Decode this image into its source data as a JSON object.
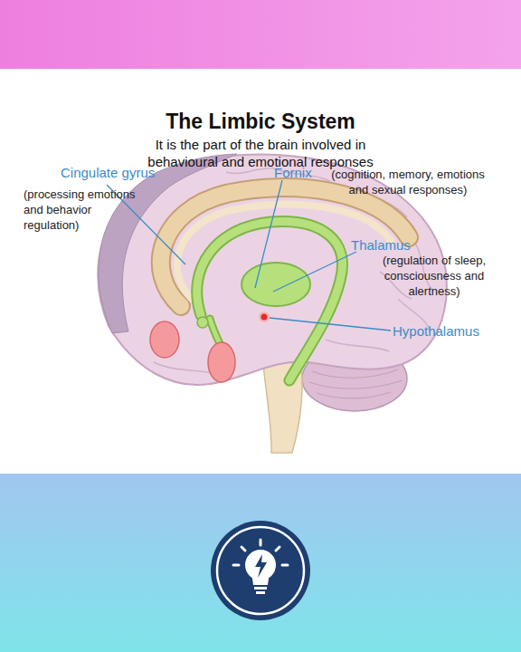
{
  "diagram": {
    "title": "The Limbic System",
    "caption": "It is the part of the brain involved in behavioural and emotional responses",
    "labels": [
      "Cingulate gyrus",
      "(processing emotions and behavior regulation)",
      "Fornix",
      "(cognition, memory, emotions and sexual responses)",
      "Thalamus",
      "(regulation of sleep, consciousness and alertness)",
      "Hypothalamus"
    ]
  }
}
